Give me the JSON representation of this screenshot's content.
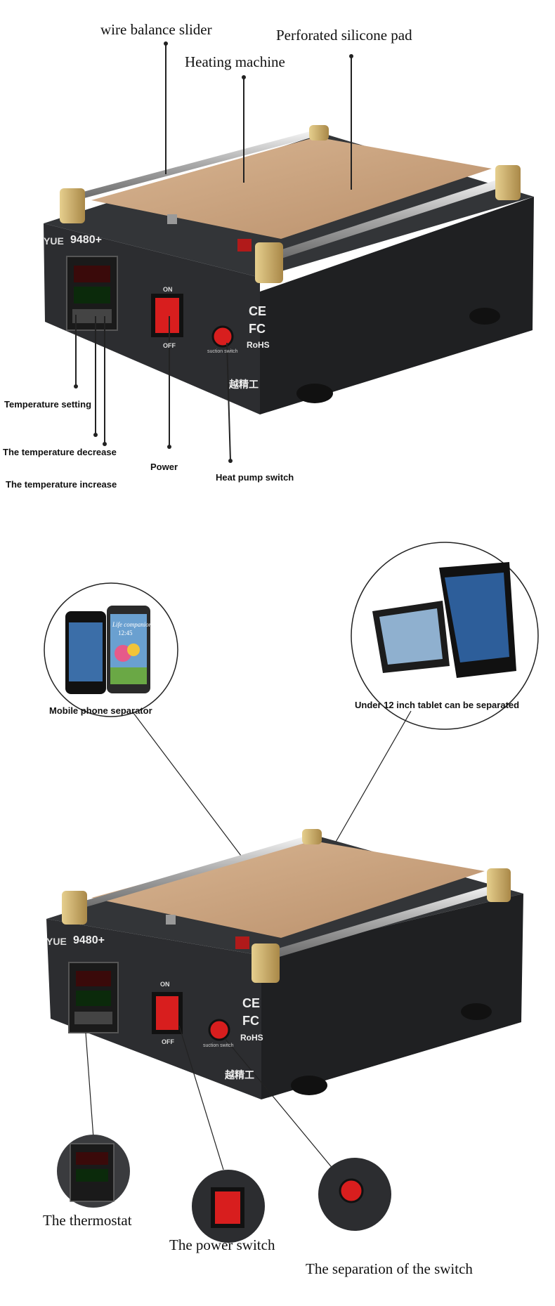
{
  "top_diagram": {
    "callouts": {
      "wire_balance_slider": "wire balance slider",
      "heating_machine": "Heating machine",
      "perforated_pad": "Perforated silicone pad",
      "temperature_setting": "Temperature setting",
      "temperature_decrease": "The temperature decrease",
      "temperature_increase": "The temperature increase",
      "power": "Power",
      "heat_pump_switch": "Heat pump switch"
    },
    "machine": {
      "brand": "YUE",
      "model": "9480+",
      "on_label": "ON",
      "off_label": "OFF",
      "suction_label": "suction switch",
      "ce_mark": "CE",
      "fc_mark": "FC",
      "rohs_mark": "RoHS",
      "logo_text": "越精工"
    }
  },
  "bottom_diagram": {
    "callouts": {
      "mobile_phone_separator": "Mobile phone separator",
      "tablet_separator": "Under 12 inch tablet can be separated",
      "thermostat": "The thermostat",
      "power_switch": "The power switch",
      "separation_switch": "The separation of the switch"
    },
    "phone_screen_text": "Life companion",
    "phone_time": "12:45"
  },
  "colors": {
    "machine_body": "#2b2c2e",
    "pad": "#c8a27e",
    "rail_caps": "#c9ad6a",
    "switch_red": "#d81e1e"
  }
}
